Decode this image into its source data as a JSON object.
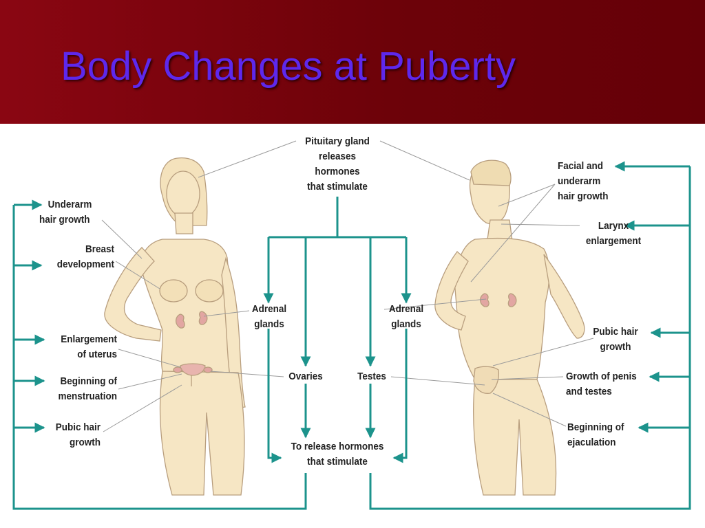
{
  "title": "Body Changes at Puberty",
  "colors": {
    "header": "#6e0008",
    "title": "#5e28ec",
    "arrow": "#1c938c",
    "skin": "#f6e6c4",
    "gland": "#e2a6a2"
  },
  "labels": {
    "pituitary": [
      "Pituitary gland",
      "releases",
      "hormones",
      "that stimulate"
    ],
    "release": [
      "To release hormones",
      "that stimulate"
    ],
    "adrenal_left": [
      "Adrenal",
      "glands"
    ],
    "adrenal_right": [
      "Adrenal",
      "glands"
    ],
    "ovaries": "Ovaries",
    "testes": "Testes",
    "female": {
      "underarm": [
        "Underarm",
        "hair growth"
      ],
      "breast": [
        "Breast",
        "development"
      ],
      "uterus": [
        "Enlargement",
        "of uterus"
      ],
      "menstruation": [
        "Beginning of",
        "menstruation"
      ],
      "pubic": [
        "Pubic hair",
        "growth"
      ]
    },
    "male": {
      "facial": [
        "Facial and",
        "underarm",
        "hair growth"
      ],
      "larynx": [
        "Larynx",
        "enlargement"
      ],
      "pubic": [
        "Pubic hair",
        "growth"
      ],
      "penis": [
        "Growth of penis",
        "and testes"
      ],
      "ejaculation": [
        "Beginning of",
        "ejaculation"
      ]
    }
  }
}
